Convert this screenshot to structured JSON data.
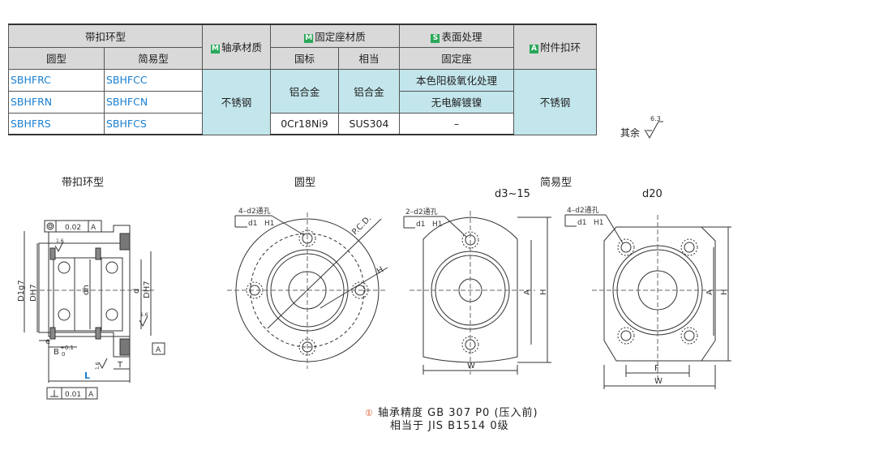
{
  "table": {
    "group_buckle": "带扣环型",
    "col_round": "圆型",
    "col_simple": "简易型",
    "bearing_material": "轴承材质",
    "bearing_badge": "M",
    "housing_material": "固定座材质",
    "housing_badge": "M",
    "housing_gb": "国标",
    "housing_equiv": "相当",
    "surface": "表面处理",
    "surface_badge": "S",
    "surface_sub": "固定座",
    "ring_material": "附件扣环",
    "ring_badge": "A",
    "rows": [
      {
        "round": "SBHFRC",
        "simple": "SBHFCC"
      },
      {
        "round": "SBHFRN",
        "simple": "SBHFCN"
      },
      {
        "round": "SBHFRS",
        "simple": "SBHFCS"
      }
    ],
    "bearing_value": "不锈钢",
    "al_gb": "铝合金",
    "al_equiv": "铝合金",
    "ss_gb": "0Cr18Ni9",
    "ss_equiv": "SUS304",
    "surf_1": "本色阳极氧化处理",
    "surf_2": "无电解镀镍",
    "surf_3": "–",
    "ring_value": "不锈钢"
  },
  "roughness": {
    "prefix": "其余",
    "value": "6.3"
  },
  "drawings": {
    "buckle_title": "带扣环型",
    "round_title": "圆型",
    "simple_title": "简易型",
    "simple_range_a": "d3~15",
    "simple_range_b": "d20"
  },
  "dims": {
    "runout": "0.02",
    "runout_ref": "A",
    "perp": "0.01",
    "perp_ref": "A",
    "D1g7": "D1g7",
    "DH7a": "DH7",
    "dh": "dh",
    "d": "d",
    "DH7b": "DH7",
    "e": "e",
    "B": "B",
    "B_tol_up": "+0.1",
    "B_tol_lo": "0",
    "T": "T",
    "L": "L",
    "datum": "A",
    "rough_16a": "1.6",
    "rough_16b": "1.6",
    "rough_16c": "1.6",
    "hole4": "4–d2通孔",
    "hole2": "2–d2通孔",
    "hole4b": "4–d2通孔",
    "cb": "d1",
    "cbH": "H1",
    "pcd": "P.C.D.",
    "H": "H",
    "A": "A",
    "W": "W",
    "F": "F"
  },
  "footnote": {
    "marker": "①",
    "line1": "轴承精度   GB  307   P0 (压入前)",
    "line2": "相当于   JIS  B1514  0级"
  }
}
